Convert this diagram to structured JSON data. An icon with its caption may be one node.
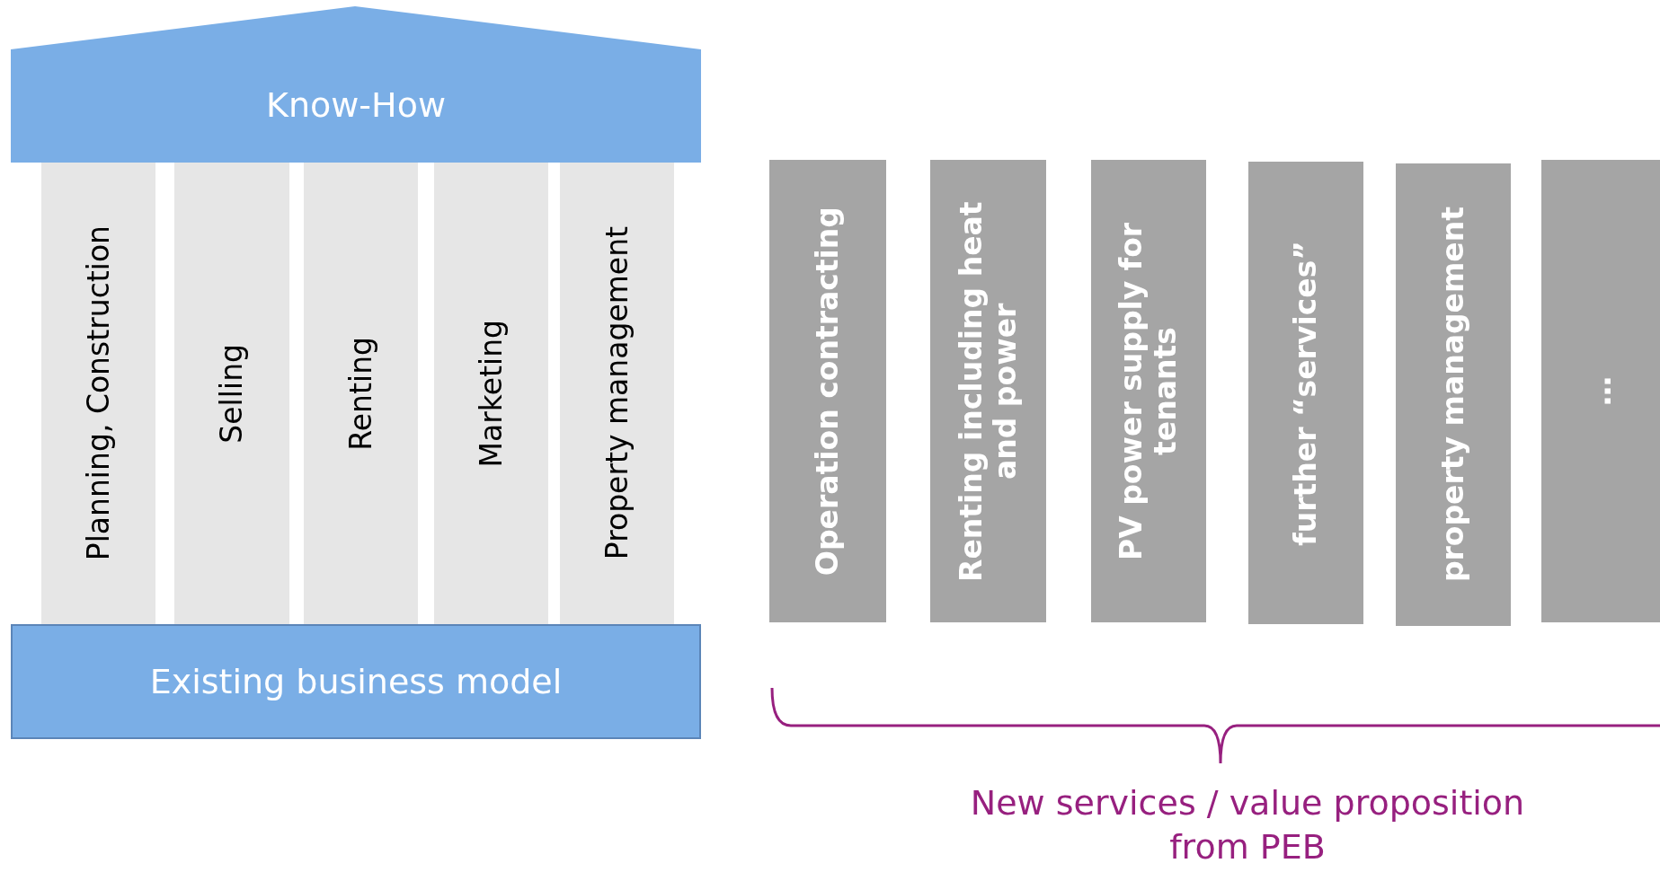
{
  "diagram": {
    "nodes": [
      {
        "text": [
          "Know-How"
        ]
      },
      {
        "text": [
          "Planning, Construction"
        ]
      },
      {
        "text": [
          "Selling"
        ]
      },
      {
        "text": [
          "Renting"
        ]
      },
      {
        "text": [
          "Marketing"
        ]
      },
      {
        "text": [
          "Property management"
        ]
      },
      {
        "text": [
          "Existing business model"
        ]
      },
      {
        "text": [
          "Operation contracting"
        ]
      },
      {
        "text": [
          "Renting including heat and power"
        ]
      },
      {
        "text": [
          "PV power supply for tenants"
        ]
      },
      {
        "text": [
          "further “services”"
        ]
      },
      {
        "text": [
          "property management"
        ]
      },
      {
        "text": [
          "…"
        ]
      }
    ],
    "labels": [
      "New services / value proposition from PEB"
    ]
  }
}
